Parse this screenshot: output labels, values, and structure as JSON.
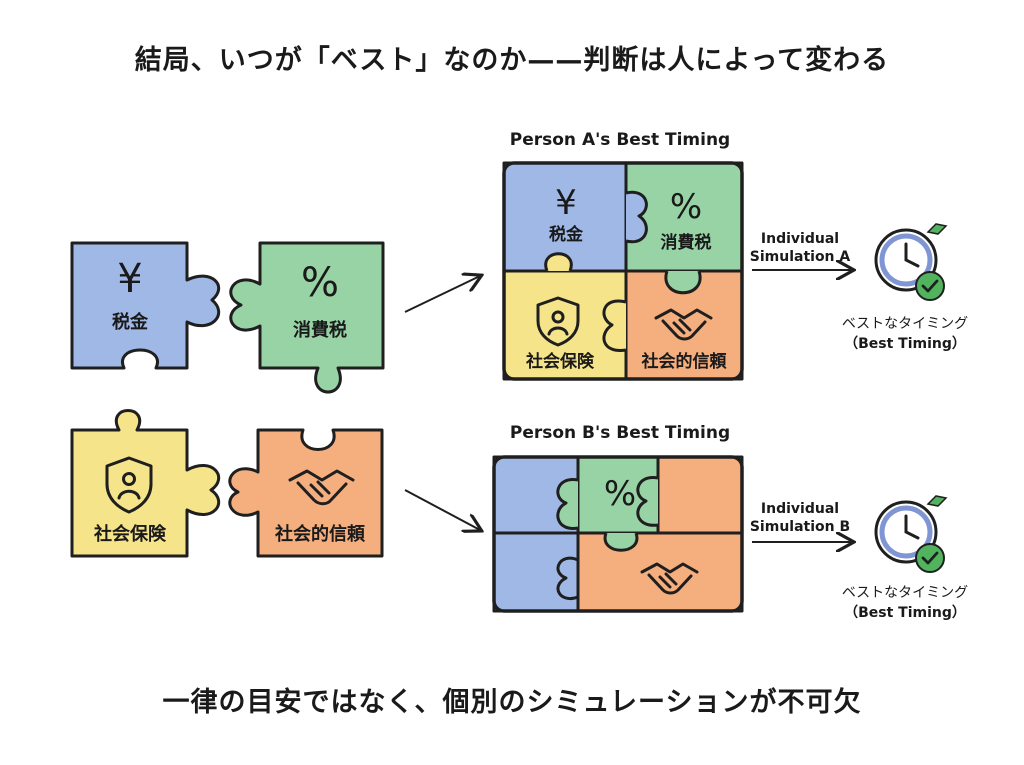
{
  "title": "結局、いつが「ベスト」なのか——判断は人によって変わる",
  "footer": "一律の目安ではなく、個別のシミュレーションが不可欠",
  "colors": {
    "blue": "#9fb8e6",
    "green": "#98d3a6",
    "yellow": "#f6e48a",
    "orange": "#f5ae7e",
    "clock_ring": "#7f95d4",
    "check": "#52b35e"
  },
  "pieces": {
    "tax": {
      "label": "税金",
      "icon": "yen-icon",
      "symbol": "¥"
    },
    "consumption_tax": {
      "label": "消費税",
      "icon": "percent-icon",
      "symbol": "%"
    },
    "social_insurance": {
      "label": "社会保険",
      "icon": "shield-person-icon"
    },
    "social_trust": {
      "label": "社会的信頼",
      "icon": "handshake-icon"
    }
  },
  "person_a": {
    "heading": "Person A's Best Timing",
    "sim_line1": "Individual",
    "sim_line2": "Simulation A",
    "result_line1": "ベストなタイミング",
    "result_line2": "（Best Timing）"
  },
  "person_b": {
    "heading": "Person B's Best Timing",
    "sim_line1": "Individual",
    "sim_line2": "Simulation B",
    "result_line1": "ベストなタイミング",
    "result_line2": "（Best Timing）"
  }
}
